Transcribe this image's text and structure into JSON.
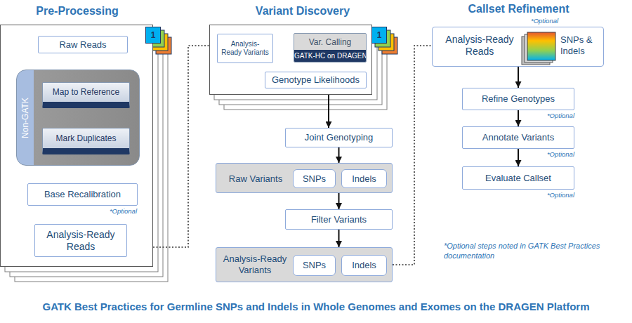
{
  "diagram": {
    "title": "GATK Best Practices for Germline SNPs and Indels in Whole Genomes and Exomes on the DRAGEN Platform",
    "nodes": [
      {
        "text": [
          "Pre-Processing"
        ]
      },
      {
        "text": [
          "Raw Reads"
        ],
        "in": 0
      },
      {
        "text": [
          "Non-GATK"
        ],
        "in": 0
      },
      {
        "text": [
          "Map to Reference"
        ],
        "in": 2
      },
      {
        "text": [
          "Mark Duplicates"
        ],
        "in": 2
      },
      {
        "text": [
          "Base Recalibration"
        ],
        "in": 0
      },
      {
        "text": [
          "Analysis-Ready Reads"
        ],
        "in": 0
      },
      {
        "text": [
          "Variant Discovery"
        ]
      },
      {
        "text": [
          "Analysis-Ready Variants"
        ],
        "in": 7
      },
      {
        "text": [
          "Var. Calling",
          "GATK-HC on DRAGEN"
        ],
        "in": 7
      },
      {
        "text": [
          "Genotype Likelihoods"
        ],
        "in": 7
      },
      {
        "text": [
          "Joint Genotyping"
        ]
      },
      {
        "text": [
          "Raw Variants"
        ]
      },
      {
        "text": [
          "SNPs"
        ],
        "in": 12
      },
      {
        "text": [
          "Indels"
        ],
        "in": 12
      },
      {
        "text": [
          "Filter Variants"
        ]
      },
      {
        "text": [
          "Analysis-Ready Variants"
        ]
      },
      {
        "text": [
          "SNPs"
        ],
        "in": 16
      },
      {
        "text": [
          "Indels"
        ],
        "in": 16
      },
      {
        "text": [
          "Callset Refinement",
          "*Optional",
          "Analysis-Ready Reads",
          "SNPs & Indels"
        ]
      },
      {
        "text": [
          "Refine Genotypes"
        ]
      },
      {
        "text": [
          "Annotate Variants"
        ]
      },
      {
        "text": [
          "Evaluate Callset"
        ]
      }
    ],
    "edges": [
      {
        "from": 1,
        "to": 2,
        "arrow": "to"
      },
      {
        "from": 3,
        "to": 4,
        "arrow": "to"
      },
      {
        "from": 2,
        "to": 5,
        "arrow": "to"
      },
      {
        "from": 5,
        "to": 6,
        "arrow": "to"
      },
      {
        "from": 0,
        "to": 7,
        "arrow": "none"
      },
      {
        "from": 8,
        "to": 9,
        "arrow": "to"
      },
      {
        "from": 7,
        "to": 11,
        "arrow": "to"
      },
      {
        "from": 11,
        "to": 12,
        "arrow": "to"
      },
      {
        "from": 12,
        "to": 15,
        "arrow": "to"
      },
      {
        "from": 15,
        "to": 16,
        "arrow": "to"
      },
      {
        "from": 16,
        "to": 19,
        "arrow": "none"
      },
      {
        "from": 19,
        "to": 20,
        "arrow": "to"
      },
      {
        "from": 20,
        "to": 21,
        "arrow": "to"
      },
      {
        "from": 21,
        "to": 22,
        "arrow": "to"
      }
    ],
    "labels": [
      "1",
      "1",
      "*Optional",
      "*Optional",
      "*Optional",
      "*Optional",
      "*Optional steps noted in GATK Best Practices documentation"
    ]
  }
}
